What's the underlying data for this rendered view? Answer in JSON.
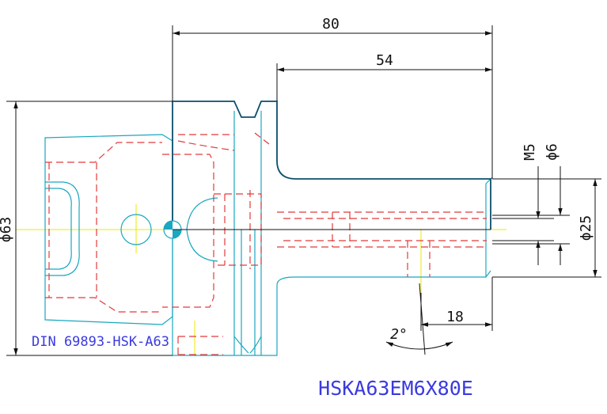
{
  "dimensions": {
    "overall_length": "80",
    "shank_length": "54",
    "flange_diameter": "ϕ63",
    "shank_diameter": "ϕ25",
    "thread": "M5",
    "bore_diameter": "ϕ6",
    "tip_length": "18",
    "taper_angle": "2°"
  },
  "standard_label": "DIN 69893-HSK-A63",
  "part_number": "HSKA63EM6X80E",
  "colors": {
    "outline": "#1aa7c0",
    "body_outline": "#0b4f6c",
    "hidden": "#e23b3b",
    "centerline": "#e8e800",
    "dimension": "#111111",
    "label": "#3a3ae0"
  }
}
